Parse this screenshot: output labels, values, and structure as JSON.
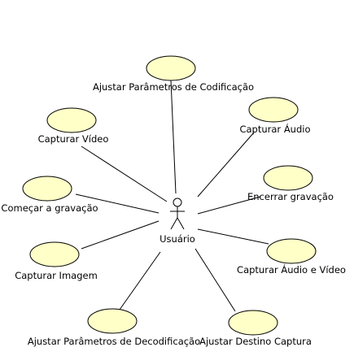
{
  "actor": {
    "name": "Usuário"
  },
  "use_cases": [
    {
      "id": "ajustar-parametros-codificacao",
      "label": "Ajustar Parâmetros de Codificação"
    },
    {
      "id": "capturar-audio",
      "label": "Capturar Áudio"
    },
    {
      "id": "capturar-video",
      "label": "Capturar Vídeo"
    },
    {
      "id": "comecar-gravacao",
      "label": "Começar a gravação"
    },
    {
      "id": "encerrar-gravacao",
      "label": "Encerrar gravação"
    },
    {
      "id": "capturar-imagem",
      "label": "Capturar Imagem"
    },
    {
      "id": "capturar-audio-video",
      "label": "Capturar Áudio e Vídeo"
    },
    {
      "id": "ajustar-parametros-decodificacao",
      "label": "Ajustar Parâmetros de Decodificação"
    },
    {
      "id": "ajustar-destino-captura",
      "label": "Ajustar Destino Captura"
    }
  ],
  "colors": {
    "use_case_fill": "#ffffc8",
    "line": "#000000"
  }
}
